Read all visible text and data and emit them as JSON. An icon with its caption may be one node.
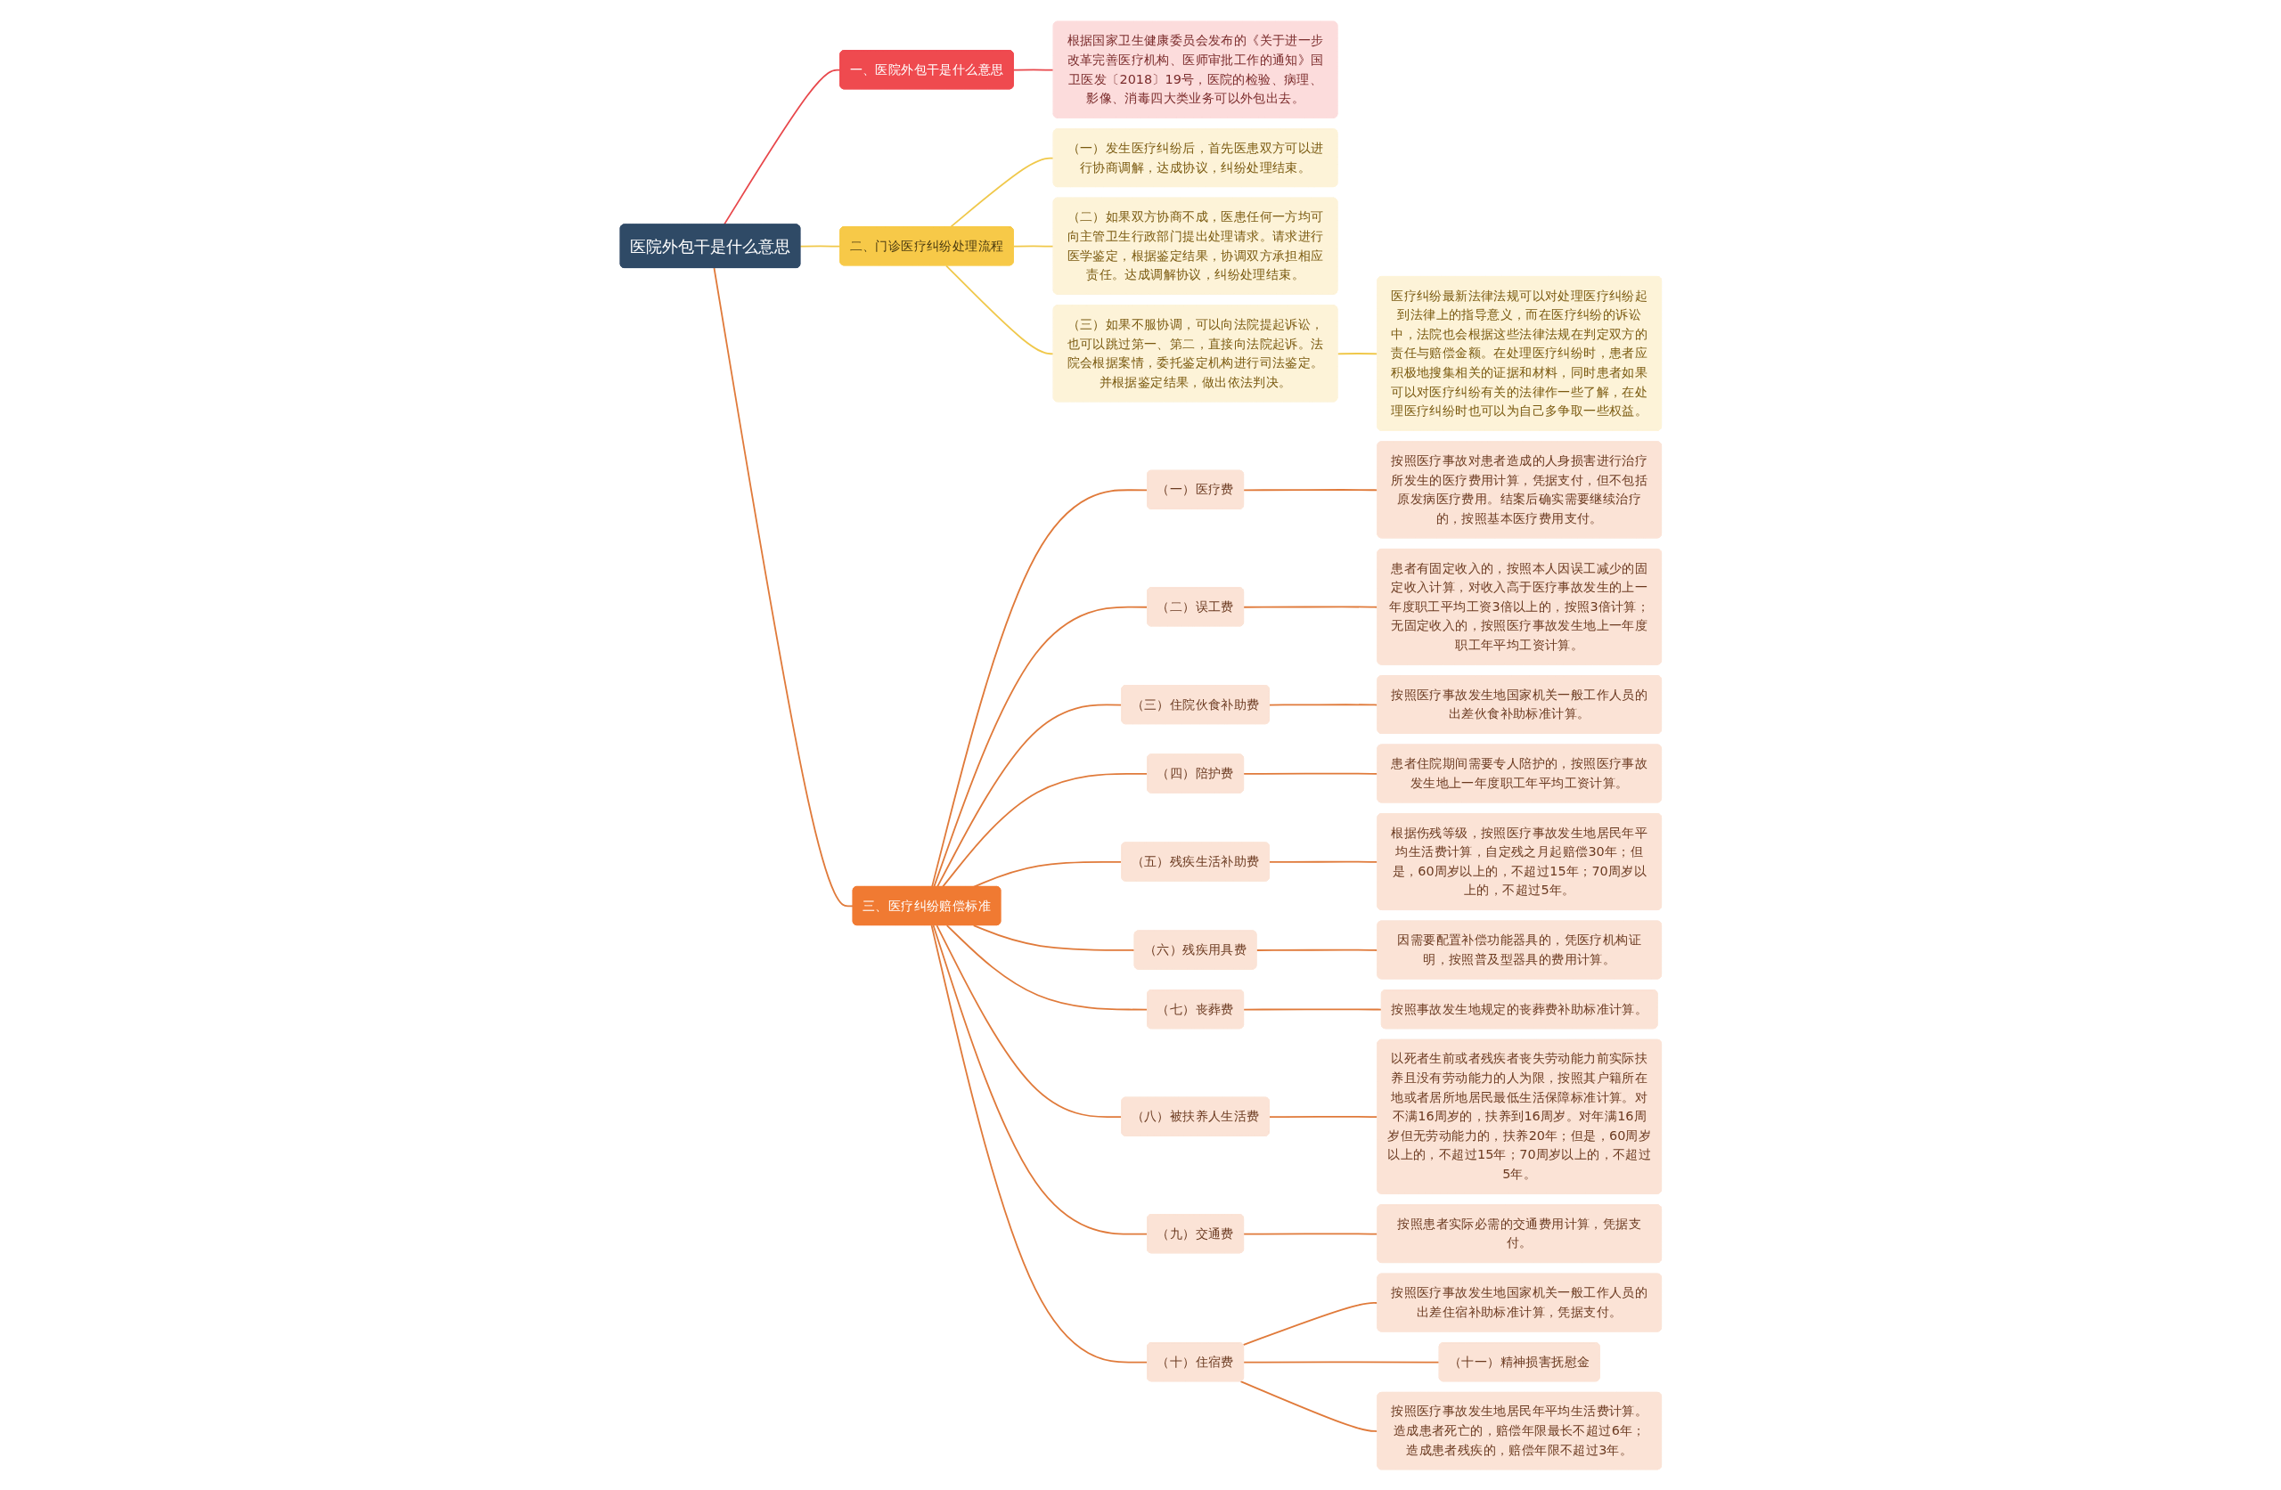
{
  "diagram": {
    "nodes": [
      {
        "text": [
          "医院外包干是什么意思"
        ]
      },
      {
        "text": [
          "一、医院外包干是什么意思"
        ]
      },
      {
        "text": [
          "根据国家卫生健康委员会发布的《关于进一步改革完善医疗机构、医师审批工作的通知》国卫医发〔2018〕19号，医院的检验、病理、影像、消毒四大类业务可以外包出去。"
        ]
      },
      {
        "text": [
          "二、门诊医疗纠纷处理流程"
        ]
      },
      {
        "text": [
          "（一）发生医疗纠纷后，首先医患双方可以进行协商调解，达成协议，纠纷处理结束。"
        ]
      },
      {
        "text": [
          "（二）如果双方协商不成，医患任何一方均可向主管卫生行政部门提出处理请求。请求进行医学鉴定，根据鉴定结果，协调双方承担相应责任。达成调解协议，纠纷处理结束。"
        ]
      },
      {
        "text": [
          "（三）如果不服协调，可以向法院提起诉讼，也可以跳过第一、第二，直接向法院起诉。法院会根据案情，委托鉴定机构进行司法鉴定。并根据鉴定结果，做出依法判决。"
        ]
      },
      {
        "text": [
          "医疗纠纷最新法律法规可以对处理医疗纠纷起到法律上的指导意义，而在医疗纠纷的诉讼中，法院也会根据这些法律法规在判定双方的责任与赔偿金额。在处理医疗纠纷时，患者应积极地搜集相关的证据和材料，同时患者如果可以对医疗纠纷有关的法律作一些了解，在处理医疗纠纷时也可以为自己多争取一些权益。"
        ]
      },
      {
        "text": [
          "三、医疗纠纷赔偿标准"
        ]
      },
      {
        "text": [
          "（一）医疗费"
        ]
      },
      {
        "text": [
          "按照医疗事故对患者造成的人身损害进行治疗所发生的医疗费用计算，凭据支付，但不包括原发病医疗费用。结案后确实需要继续治疗的，按照基本医疗费用支付。"
        ]
      },
      {
        "text": [
          "（二）误工费"
        ]
      },
      {
        "text": [
          "患者有固定收入的，按照本人因误工减少的固定收入计算，对收入高于医疗事故发生的上一年度职工平均工资3倍以上的，按照3倍计算；无固定收入的，按照医疗事故发生地上一年度职工年平均工资计算。"
        ]
      },
      {
        "text": [
          "（三）住院伙食补助费"
        ]
      },
      {
        "text": [
          "按照医疗事故发生地国家机关一般工作人员的出差伙食补助标准计算。"
        ]
      },
      {
        "text": [
          "（四）陪护费"
        ]
      },
      {
        "text": [
          "患者住院期间需要专人陪护的，按照医疗事故发生地上一年度职工年平均工资计算。"
        ]
      },
      {
        "text": [
          "（五）残疾生活补助费"
        ]
      },
      {
        "text": [
          "根据伤残等级，按照医疗事故发生地居民年平均生活费计算，自定残之月起赔偿30年；但是，60周岁以上的，不超过15年；70周岁以上的，不超过5年。"
        ]
      },
      {
        "text": [
          "（六）残疾用具费"
        ]
      },
      {
        "text": [
          "因需要配置补偿功能器具的，凭医疗机构证明，按照普及型器具的费用计算。"
        ]
      },
      {
        "text": [
          "（七）丧葬费"
        ]
      },
      {
        "text": [
          "按照事故发生地规定的丧葬费补助标准计算。"
        ]
      },
      {
        "text": [
          "（八）被扶养人生活费"
        ]
      },
      {
        "text": [
          "以死者生前或者残疾者丧失劳动能力前实际扶养且没有劳动能力的人为限，按照其户籍所在地或者居所地居民最低生活保障标准计算。对不满16周岁的，扶养到16周岁。对年满16周岁但无劳动能力的，扶养20年；但是，60周岁以上的，不超过15年；70周岁以上的，不超过5年。"
        ]
      },
      {
        "text": [
          "（九）交通费"
        ]
      },
      {
        "text": [
          "按照患者实际必需的交通费用计算，凭据支付。"
        ]
      },
      {
        "text": [
          "（十）住宿费"
        ]
      },
      {
        "text": [
          "按照医疗事故发生地国家机关一般工作人员的出差住宿补助标准计算，凭据支付。"
        ]
      },
      {
        "text": [
          "（十一）精神损害抚慰金"
        ]
      },
      {
        "text": [
          "按照医疗事故发生地居民年平均生活费计算。造成患者死亡的，赔偿年限最长不超过6年；造成患者残疾的，赔偿年限不超过3年。"
        ]
      }
    ],
    "edges": [
      {
        "from": 0,
        "to": 1,
        "arrow": "none",
        "color": "#e8474b"
      },
      {
        "from": 1,
        "to": 2,
        "arrow": "none",
        "color": "#e8474b"
      },
      {
        "from": 0,
        "to": 3,
        "arrow": "none",
        "color": "#f0c84a"
      },
      {
        "from": 3,
        "to": 4,
        "arrow": "none",
        "color": "#f0c84a"
      },
      {
        "from": 3,
        "to": 5,
        "arrow": "none",
        "color": "#f0c84a"
      },
      {
        "from": 3,
        "to": 6,
        "arrow": "none",
        "color": "#f0c84a"
      },
      {
        "from": 6,
        "to": 7,
        "arrow": "none",
        "color": "#f0c84a"
      },
      {
        "from": 0,
        "to": 8,
        "arrow": "none"
      },
      {
        "from": 8,
        "to": 9,
        "arrow": "none"
      },
      {
        "from": 9,
        "to": 10,
        "arrow": "none"
      },
      {
        "from": 8,
        "to": 11,
        "arrow": "none"
      },
      {
        "from": 11,
        "to": 12,
        "arrow": "none"
      },
      {
        "from": 8,
        "to": 13,
        "arrow": "none"
      },
      {
        "from": 13,
        "to": 14,
        "arrow": "none"
      },
      {
        "from": 8,
        "to": 15,
        "arrow": "none"
      },
      {
        "from": 15,
        "to": 16,
        "arrow": "none"
      },
      {
        "from": 8,
        "to": 17,
        "arrow": "none"
      },
      {
        "from": 17,
        "to": 18,
        "arrow": "none"
      },
      {
        "from": 8,
        "to": 19,
        "arrow": "none"
      },
      {
        "from": 19,
        "to": 20,
        "arrow": "none"
      },
      {
        "from": 8,
        "to": 21,
        "arrow": "none"
      },
      {
        "from": 21,
        "to": 22,
        "arrow": "none"
      },
      {
        "from": 8,
        "to": 23,
        "arrow": "none"
      },
      {
        "from": 23,
        "to": 24,
        "arrow": "none"
      },
      {
        "from": 8,
        "to": 25,
        "arrow": "none"
      },
      {
        "from": 25,
        "to": 26,
        "arrow": "none"
      },
      {
        "from": 8,
        "to": 27,
        "arrow": "none"
      },
      {
        "from": 27,
        "to": 28,
        "arrow": "none"
      },
      {
        "from": 27,
        "to": 29,
        "arrow": "none"
      },
      {
        "from": 27,
        "to": 30,
        "arrow": "none"
      }
    ]
  }
}
